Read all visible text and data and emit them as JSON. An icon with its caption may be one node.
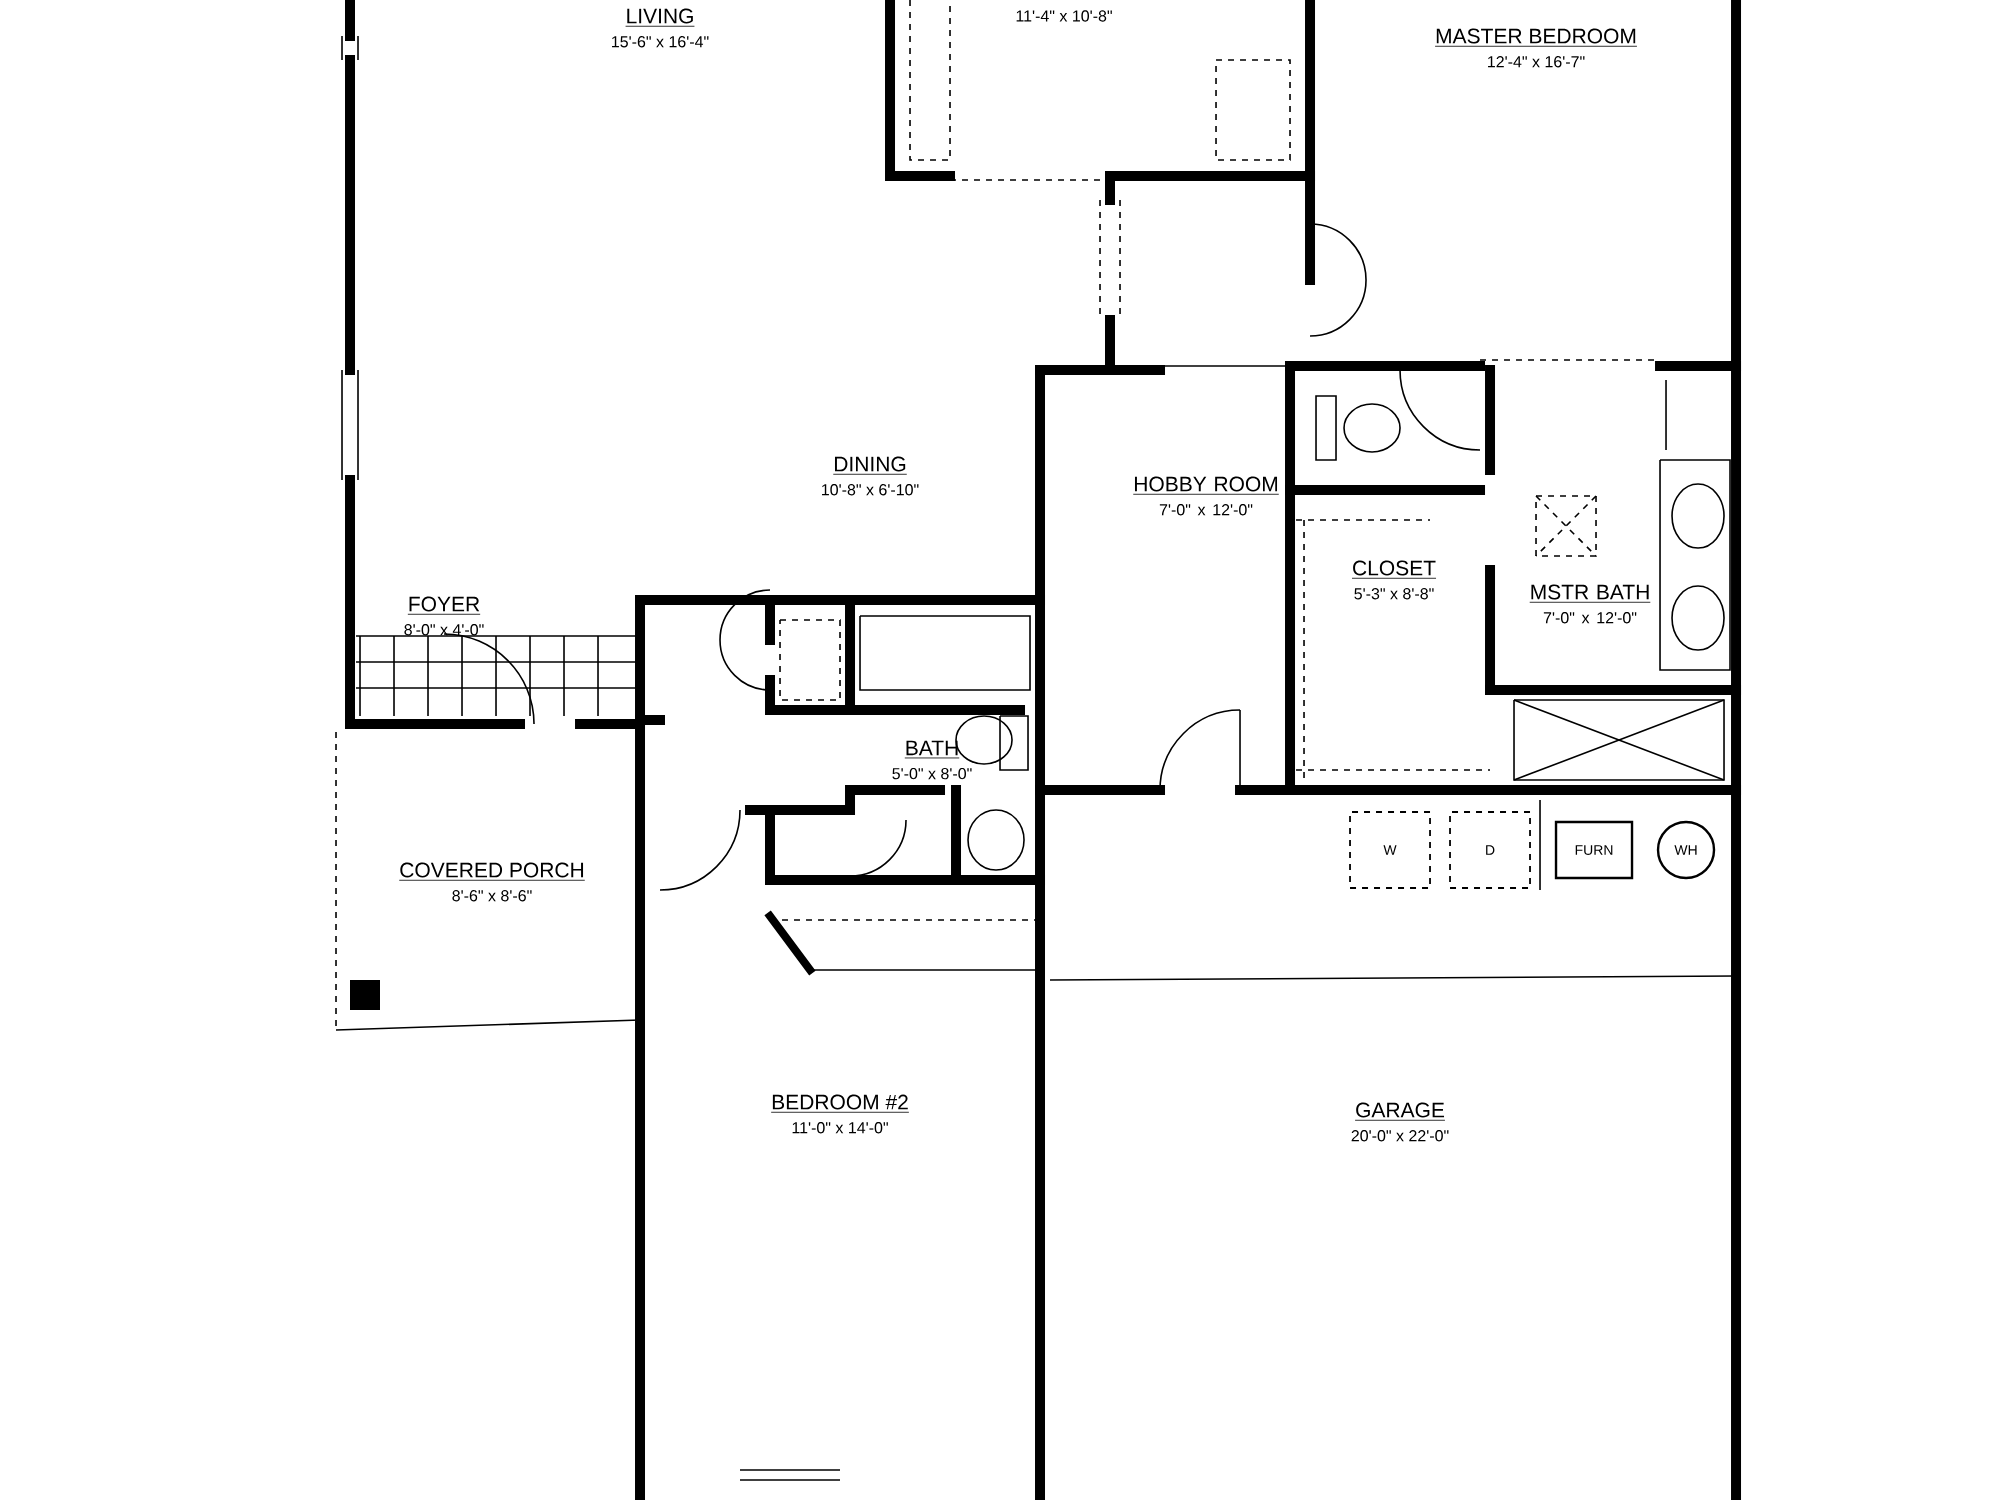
{
  "diagram": {
    "nodes": [
      {
        "text": [
          "LIVING",
          "15'-6\" x 16'-4\""
        ]
      },
      {
        "text": [
          "11'-4\" x 10'-8\""
        ]
      },
      {
        "text": [
          "MASTER BEDROOM",
          "12'-4\" x 16'-7\""
        ]
      },
      {
        "text": [
          "DINING",
          "10'-8\" x 6'-10\""
        ]
      },
      {
        "text": [
          "HOBBY ROOM",
          "7'-0\" x 12'-0\""
        ]
      },
      {
        "text": [
          "CLOSET",
          "5'-3\" x 8'-8\""
        ]
      },
      {
        "text": [
          "MSTR BATH",
          "7'-0\" x 12'-0\""
        ]
      },
      {
        "text": [
          "FOYER",
          "8'-0\" x 4'-0\""
        ]
      },
      {
        "text": [
          "BATH",
          "5'-0\" x 8'-0\""
        ]
      },
      {
        "text": [
          "COVERED PORCH",
          "8'-6\" x 8'-6\""
        ]
      },
      {
        "text": [
          "W"
        ]
      },
      {
        "text": [
          "D"
        ]
      },
      {
        "text": [
          "FURN"
        ]
      },
      {
        "text": [
          "WH"
        ]
      },
      {
        "text": [
          "BEDROOM #2",
          "11'-0\" x 14'-0\""
        ]
      },
      {
        "text": [
          "GARAGE",
          "20'-0\" x 22'-0\""
        ]
      }
    ]
  }
}
